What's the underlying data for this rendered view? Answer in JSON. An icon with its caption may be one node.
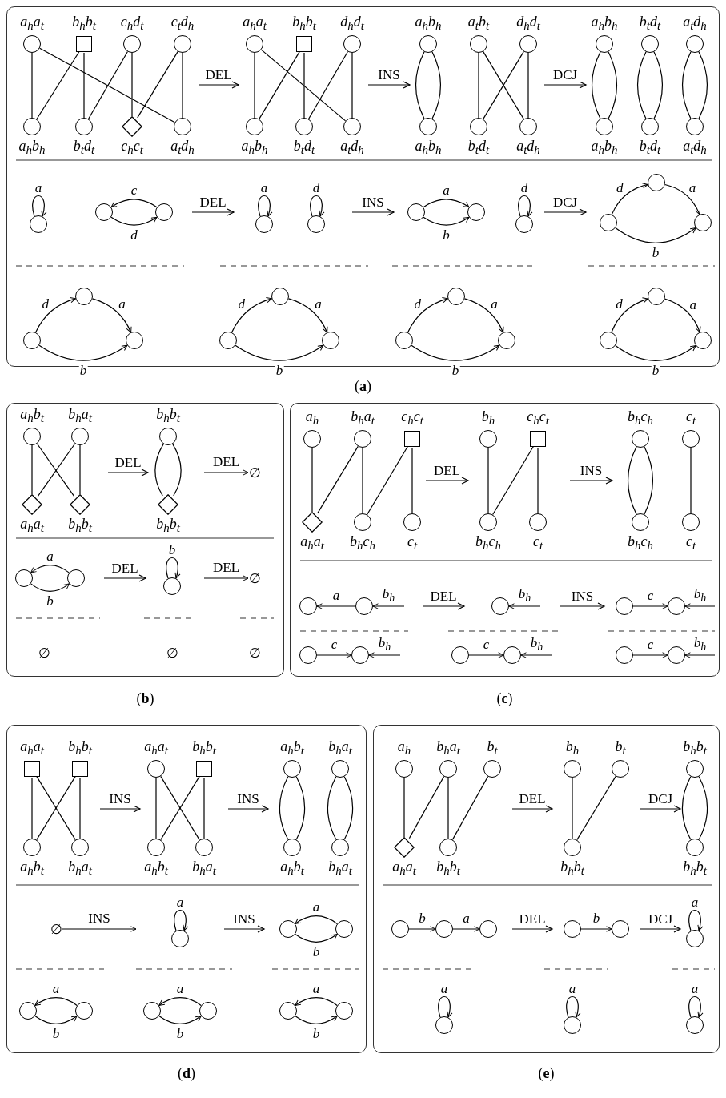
{
  "diagram": {
    "nodes": [
      {
        "text": [
          "(**a**)"
        ]
      },
      {
        "text": [],
        "shape": "circle",
        "in": 0,
        "beside": [
          "a$_{h}$a$_{t}$"
        ]
      },
      {
        "text": [],
        "shape": "box",
        "in": 0,
        "beside": [
          "b$_{h}$b$_{t}$"
        ]
      },
      {
        "text": [],
        "shape": "circle",
        "in": 0,
        "beside": [
          "c$_{h}$d$_{t}$"
        ]
      },
      {
        "text": [],
        "shape": "circle",
        "in": 0,
        "beside": [
          "c$_{t}$d$_{h}$"
        ]
      },
      {
        "text": [],
        "shape": "circle",
        "in": 0,
        "beside": [
          "a$_{h}$b$_{h}$"
        ]
      },
      {
        "text": [],
        "shape": "circle",
        "in": 0,
        "beside": [
          "b$_{t}$d$_{t}$"
        ]
      },
      {
        "text": [],
        "shape": "diamond",
        "in": 0,
        "beside": [
          "c$_{h}$c$_{t}$"
        ]
      },
      {
        "text": [],
        "shape": "circle",
        "in": 0,
        "beside": [
          "a$_{t}$d$_{h}$"
        ]
      },
      {
        "text": [],
        "shape": "circle",
        "in": 0,
        "beside": [
          "a$_{h}$a$_{t}$"
        ]
      },
      {
        "text": [],
        "shape": "box",
        "in": 0,
        "beside": [
          "b$_{h}$b$_{t}$"
        ]
      },
      {
        "text": [],
        "shape": "circle",
        "in": 0,
        "beside": [
          "d$_{h}$d$_{t}$"
        ]
      },
      {
        "text": [],
        "shape": "circle",
        "in": 0,
        "beside": [
          "a$_{h}$b$_{h}$"
        ]
      },
      {
        "text": [],
        "shape": "circle",
        "in": 0,
        "beside": [
          "b$_{t}$d$_{t}$"
        ]
      },
      {
        "text": [],
        "shape": "circle",
        "in": 0,
        "beside": [
          "a$_{t}$d$_{h}$"
        ]
      },
      {
        "text": [],
        "shape": "circle",
        "in": 0,
        "beside": [
          "a$_{h}$b$_{h}$"
        ]
      },
      {
        "text": [],
        "shape": "circle",
        "in": 0,
        "beside": [
          "a$_{t}$b$_{t}$"
        ]
      },
      {
        "text": [],
        "shape": "circle",
        "in": 0,
        "beside": [
          "d$_{h}$d$_{t}$"
        ]
      },
      {
        "text": [],
        "shape": "circle",
        "in": 0,
        "beside": [
          "a$_{h}$b$_{h}$"
        ]
      },
      {
        "text": [],
        "shape": "circle",
        "in": 0,
        "beside": [
          "b$_{t}$d$_{t}$"
        ]
      },
      {
        "text": [],
        "shape": "circle",
        "in": 0,
        "beside": [
          "a$_{t}$d$_{h}$"
        ]
      },
      {
        "text": [],
        "shape": "circle",
        "in": 0,
        "beside": [
          "a$_{h}$b$_{h}$"
        ]
      },
      {
        "text": [],
        "shape": "circle",
        "in": 0,
        "beside": [
          "b$_{t}$d$_{t}$"
        ]
      },
      {
        "text": [],
        "shape": "circle",
        "in": 0,
        "beside": [
          "a$_{t}$d$_{h}$"
        ]
      },
      {
        "text": [],
        "shape": "circle",
        "in": 0,
        "beside": [
          "a$_{h}$b$_{h}$"
        ]
      },
      {
        "text": [],
        "shape": "circle",
        "in": 0,
        "beside": [
          "b$_{t}$d$_{t}$"
        ]
      },
      {
        "text": [],
        "shape": "circle",
        "in": 0,
        "beside": [
          "a$_{t}$d$_{h}$"
        ]
      },
      {
        "text": [],
        "shape": "circle",
        "in": 0
      },
      {
        "text": [],
        "shape": "circle",
        "in": 0
      },
      {
        "text": [],
        "shape": "circle",
        "in": 0
      },
      {
        "text": [],
        "shape": "circle",
        "in": 0
      },
      {
        "text": [],
        "shape": "circle",
        "in": 0
      },
      {
        "text": [],
        "shape": "circle",
        "in": 0
      },
      {
        "text": [],
        "shape": "circle",
        "in": 0
      },
      {
        "text": [],
        "shape": "circle",
        "in": 0
      },
      {
        "text": [],
        "shape": "circle",
        "in": 0
      },
      {
        "text": [],
        "shape": "circle",
        "in": 0
      },
      {
        "text": [],
        "shape": "circle",
        "in": 0
      },
      {
        "text": [],
        "shape": "circle",
        "in": 0
      },
      {
        "text": [],
        "shape": "circle",
        "in": 0
      },
      {
        "text": [],
        "shape": "circle",
        "in": 0
      },
      {
        "text": [],
        "shape": "circle",
        "in": 0
      },
      {
        "text": [],
        "shape": "circle",
        "in": 0
      },
      {
        "text": [],
        "shape": "circle",
        "in": 0
      },
      {
        "text": [],
        "shape": "circle",
        "in": 0
      },
      {
        "text": [],
        "shape": "circle",
        "in": 0
      },
      {
        "text": [],
        "shape": "circle",
        "in": 0
      },
      {
        "text": [],
        "shape": "circle",
        "in": 0
      },
      {
        "text": [],
        "shape": "circle",
        "in": 0
      },
      {
        "text": [],
        "shape": "circle",
        "in": 0
      },
      {
        "text": [
          "(**b**)"
        ]
      },
      {
        "text": [],
        "shape": "circle",
        "in": 50,
        "beside": [
          "a$_{h}$b$_{t}$"
        ]
      },
      {
        "text": [],
        "shape": "circle",
        "in": 50,
        "beside": [
          "b$_{h}$a$_{t}$"
        ]
      },
      {
        "text": [],
        "shape": "diamond",
        "in": 50,
        "beside": [
          "a$_{h}$a$_{t}$"
        ]
      },
      {
        "text": [],
        "shape": "diamond",
        "in": 50,
        "beside": [
          "b$_{h}$b$_{t}$"
        ]
      },
      {
        "text": [],
        "shape": "circle",
        "in": 50,
        "beside": [
          "b$_{h}$b$_{t}$"
        ]
      },
      {
        "text": [],
        "shape": "diamond",
        "in": 50,
        "beside": [
          "b$_{h}$b$_{t}$"
        ]
      },
      {
        "text": [
          "∅"
        ],
        "in": 50
      },
      {
        "text": [],
        "shape": "circle",
        "in": 50
      },
      {
        "text": [],
        "shape": "circle",
        "in": 50
      },
      {
        "text": [],
        "shape": "circle",
        "in": 50
      },
      {
        "text": [
          "∅"
        ],
        "in": 50
      },
      {
        "text": [
          "(**c**)"
        ]
      },
      {
        "text": [],
        "shape": "circle",
        "in": 62,
        "beside": [
          "a$_{h}$"
        ]
      },
      {
        "text": [],
        "shape": "circle",
        "in": 62,
        "beside": [
          "b$_{h}$a$_{t}$"
        ]
      },
      {
        "text": [],
        "shape": "box",
        "in": 62,
        "beside": [
          "c$_{h}$c$_{t}$"
        ]
      },
      {
        "text": [],
        "shape": "diamond",
        "in": 62,
        "beside": [
          "a$_{h}$a$_{t}$"
        ]
      },
      {
        "text": [],
        "shape": "circle",
        "in": 62,
        "beside": [
          "b$_{h}$c$_{h}$"
        ]
      },
      {
        "text": [],
        "shape": "circle",
        "in": 62,
        "beside": [
          "c$_{t}$"
        ]
      },
      {
        "text": [],
        "shape": "circle",
        "in": 62,
        "beside": [
          "b$_{h}$"
        ]
      },
      {
        "text": [],
        "shape": "box",
        "in": 62,
        "beside": [
          "c$_{h}$c$_{t}$"
        ]
      },
      {
        "text": [],
        "shape": "circle",
        "in": 62,
        "beside": [
          "b$_{h}$c$_{h}$"
        ]
      },
      {
        "text": [],
        "shape": "circle",
        "in": 62,
        "beside": [
          "c$_{t}$"
        ]
      },
      {
        "text": [],
        "shape": "circle",
        "in": 62,
        "beside": [
          "b$_{h}$c$_{h}$"
        ]
      },
      {
        "text": [],
        "shape": "circle",
        "in": 62,
        "beside": [
          "c$_{t}$"
        ]
      },
      {
        "text": [],
        "shape": "circle",
        "in": 62,
        "beside": [
          "b$_{h}$c$_{h}$"
        ]
      },
      {
        "text": [],
        "shape": "circle",
        "in": 62,
        "beside": [
          "c$_{t}$"
        ]
      },
      {
        "text": [],
        "shape": "circle",
        "in": 62
      },
      {
        "text": [],
        "shape": "circle",
        "in": 62
      },
      {
        "text": [],
        "shape": "circle",
        "in": 62
      },
      {
        "text": [],
        "shape": "circle",
        "in": 62
      },
      {
        "text": [],
        "shape": "circle",
        "in": 62
      },
      {
        "text": [],
        "shape": "circle",
        "in": 62
      },
      {
        "text": [],
        "shape": "circle",
        "in": 62
      },
      {
        "text": [],
        "shape": "circle",
        "in": 62
      },
      {
        "text": [],
        "shape": "circle",
        "in": 62
      },
      {
        "text": [],
        "shape": "circle",
        "in": 62
      },
      {
        "text": [],
        "shape": "circle",
        "in": 62
      },
      {
        "text": [
          "(**d**)"
        ]
      },
      {
        "text": [],
        "shape": "box",
        "in": 88,
        "beside": [
          "a$_{h}$a$_{t}$"
        ]
      },
      {
        "text": [],
        "shape": "box",
        "in": 88,
        "beside": [
          "b$_{h}$b$_{t}$"
        ]
      },
      {
        "text": [],
        "shape": "circle",
        "in": 88,
        "beside": [
          "a$_{h}$b$_{t}$"
        ]
      },
      {
        "text": [],
        "shape": "circle",
        "in": 88,
        "beside": [
          "b$_{h}$a$_{t}$"
        ]
      },
      {
        "text": [],
        "shape": "circle",
        "in": 88,
        "beside": [
          "a$_{h}$a$_{t}$"
        ]
      },
      {
        "text": [],
        "shape": "box",
        "in": 88,
        "beside": [
          "b$_{h}$b$_{t}$"
        ]
      },
      {
        "text": [],
        "shape": "circle",
        "in": 88,
        "beside": [
          "a$_{h}$b$_{t}$"
        ]
      },
      {
        "text": [],
        "shape": "circle",
        "in": 88,
        "beside": [
          "b$_{h}$a$_{t}$"
        ]
      },
      {
        "text": [],
        "shape": "circle",
        "in": 88,
        "beside": [
          "a$_{h}$b$_{t}$"
        ]
      },
      {
        "text": [],
        "shape": "circle",
        "in": 88,
        "beside": [
          "b$_{h}$a$_{t}$"
        ]
      },
      {
        "text": [],
        "shape": "circle",
        "in": 88,
        "beside": [
          "a$_{h}$b$_{t}$"
        ]
      },
      {
        "text": [],
        "shape": "circle",
        "in": 88,
        "beside": [
          "b$_{h}$a$_{t}$"
        ]
      },
      {
        "text": [
          "∅"
        ],
        "in": 88
      },
      {
        "text": [],
        "shape": "circle",
        "in": 88
      },
      {
        "text": [],
        "shape": "circle",
        "in": 88
      },
      {
        "text": [],
        "shape": "circle",
        "in": 88
      },
      {
        "text": [],
        "shape": "circle",
        "in": 88
      },
      {
        "text": [],
        "shape": "circle",
        "in": 88
      },
      {
        "text": [],
        "shape": "circle",
        "in": 88
      },
      {
        "text": [],
        "shape": "circle",
        "in": 88
      },
      {
        "text": [],
        "shape": "circle",
        "in": 88
      },
      {
        "text": [],
        "shape": "circle",
        "in": 88
      },
      {
        "text": [
          "(**e**)"
        ]
      },
      {
        "text": [],
        "shape": "circle",
        "in": 111,
        "beside": [
          "a$_{h}$"
        ]
      },
      {
        "text": [],
        "shape": "circle",
        "in": 111,
        "beside": [
          "b$_{h}$a$_{t}$"
        ]
      },
      {
        "text": [],
        "shape": "circle",
        "in": 111,
        "beside": [
          "b$_{t}$"
        ]
      },
      {
        "text": [],
        "shape": "diamond",
        "in": 111,
        "beside": [
          "a$_{h}$a$_{t}$"
        ]
      },
      {
        "text": [],
        "shape": "circle",
        "in": 111,
        "beside": [
          "b$_{h}$b$_{t}$"
        ]
      },
      {
        "text": [],
        "shape": "circle",
        "in": 111,
        "beside": [
          "b$_{h}$"
        ]
      },
      {
        "text": [],
        "shape": "circle",
        "in": 111,
        "beside": [
          "b$_{t}$"
        ]
      },
      {
        "text": [],
        "shape": "circle",
        "in": 111,
        "beside": [
          "b$_{h}$b$_{t}$"
        ]
      },
      {
        "text": [],
        "shape": "circle",
        "in": 111,
        "beside": [
          "b$_{h}$b$_{t}$"
        ]
      },
      {
        "text": [],
        "shape": "circle",
        "in": 111,
        "beside": [
          "b$_{h}$b$_{t}$"
        ]
      },
      {
        "text": [],
        "shape": "circle",
        "in": 111
      },
      {
        "text": [],
        "shape": "circle",
        "in": 111
      },
      {
        "text": [],
        "shape": "circle",
        "in": 111
      },
      {
        "text": [],
        "shape": "circle",
        "in": 111
      },
      {
        "text": [],
        "shape": "circle",
        "in": 111
      },
      {
        "text": [],
        "shape": "circle",
        "in": 111
      },
      {
        "text": [],
        "shape": "circle",
        "in": 111
      },
      {
        "text": [],
        "shape": "circle",
        "in": 111
      },
      {
        "text": [],
        "shape": "circle",
        "in": 111
      }
    ],
    "edges": [
      {
        "from": 1,
        "to": 5,
        "arrow": "none"
      },
      {
        "from": 1,
        "to": 8,
        "arrow": "none"
      },
      {
        "from": 2,
        "to": 5,
        "arrow": "none"
      },
      {
        "from": 2,
        "to": 6,
        "arrow": "none"
      },
      {
        "from": 3,
        "to": 7,
        "arrow": "none"
      },
      {
        "from": 3,
        "to": 6,
        "arrow": "none"
      },
      {
        "from": 4,
        "to": 8,
        "arrow": "none"
      },
      {
        "from": 4,
        "to": 7,
        "arrow": "none"
      },
      {
        "from": 9,
        "to": 12,
        "arrow": "none"
      },
      {
        "from": 9,
        "to": 14,
        "arrow": "none"
      },
      {
        "from": 10,
        "to": 12,
        "arrow": "none"
      },
      {
        "from": 10,
        "to": 13,
        "arrow": "none"
      },
      {
        "from": 11,
        "to": 14,
        "arrow": "none"
      },
      {
        "from": 11,
        "to": 13,
        "arrow": "none"
      },
      {
        "from": 15,
        "to": 18,
        "arrow": "none"
      },
      {
        "from": 15,
        "to": 18,
        "arrow": "none"
      },
      {
        "from": 16,
        "to": 19,
        "arrow": "none"
      },
      {
        "from": 16,
        "to": 20,
        "arrow": "none"
      },
      {
        "from": 17,
        "to": 20,
        "arrow": "none"
      },
      {
        "from": 17,
        "to": 19,
        "arrow": "none"
      },
      {
        "from": 21,
        "to": 24,
        "arrow": "none"
      },
      {
        "from": 21,
        "to": 24,
        "arrow": "none"
      },
      {
        "from": 22,
        "to": 25,
        "arrow": "none"
      },
      {
        "from": 22,
        "to": 25,
        "arrow": "none"
      },
      {
        "from": 23,
        "to": 26,
        "arrow": "none"
      },
      {
        "from": 23,
        "to": 26,
        "arrow": "none"
      },
      {
        "from": 27,
        "to": 27,
        "arrow": "to",
        "label": "a"
      },
      {
        "from": 29,
        "to": 28,
        "arrow": "to",
        "label": "c"
      },
      {
        "from": 28,
        "to": 29,
        "arrow": "to",
        "label": "d"
      },
      {
        "from": 30,
        "to": 30,
        "arrow": "to",
        "label": "a"
      },
      {
        "from": 31,
        "to": 31,
        "arrow": "to",
        "label": "d"
      },
      {
        "from": 32,
        "to": 33,
        "arrow": "to",
        "label": "a"
      },
      {
        "from": 32,
        "to": 33,
        "arrow": "to",
        "label": "b"
      },
      {
        "from": 34,
        "to": 34,
        "arrow": "to",
        "label": "d"
      },
      {
        "from": 35,
        "to": 36,
        "arrow": "to",
        "label": "d"
      },
      {
        "from": 36,
        "to": 37,
        "arrow": "to",
        "label": "a"
      },
      {
        "from": 35,
        "to": 37,
        "arrow": "to",
        "label": "b"
      },
      {
        "from": 38,
        "to": 39,
        "arrow": "to",
        "label": "d"
      },
      {
        "from": 39,
        "to": 40,
        "arrow": "to",
        "label": "a"
      },
      {
        "from": 38,
        "to": 40,
        "arrow": "to",
        "label": "b"
      },
      {
        "from": 41,
        "to": 42,
        "arrow": "to",
        "label": "d"
      },
      {
        "from": 42,
        "to": 43,
        "arrow": "to",
        "label": "a"
      },
      {
        "from": 41,
        "to": 43,
        "arrow": "to",
        "label": "b"
      },
      {
        "from": 44,
        "to": 45,
        "arrow": "to",
        "label": "d"
      },
      {
        "from": 45,
        "to": 46,
        "arrow": "to",
        "label": "a"
      },
      {
        "from": 44,
        "to": 46,
        "arrow": "to",
        "label": "b"
      },
      {
        "from": 47,
        "to": 48,
        "arrow": "to",
        "label": "d"
      },
      {
        "from": 48,
        "to": 49,
        "arrow": "to",
        "label": "a"
      },
      {
        "from": 47,
        "to": 49,
        "arrow": "to",
        "label": "b"
      },
      {
        "from": 51,
        "to": 53,
        "arrow": "none"
      },
      {
        "from": 51,
        "to": 54,
        "arrow": "none"
      },
      {
        "from": 52,
        "to": 54,
        "arrow": "none"
      },
      {
        "from": 52,
        "to": 53,
        "arrow": "none"
      },
      {
        "from": 55,
        "to": 56,
        "arrow": "none"
      },
      {
        "from": 55,
        "to": 56,
        "arrow": "none"
      },
      {
        "from": null,
        "to": 57,
        "arrow": "to",
        "label": "DEL"
      },
      {
        "from": 59,
        "to": 58,
        "arrow": "to",
        "label": "a"
      },
      {
        "from": 58,
        "to": 59,
        "arrow": "to",
        "label": "b"
      },
      {
        "from": 60,
        "to": 60,
        "arrow": "to",
        "label": "b"
      },
      {
        "from": null,
        "to": 61,
        "arrow": "to",
        "label": "DEL"
      },
      {
        "from": 63,
        "to": 66,
        "arrow": "none"
      },
      {
        "from": 64,
        "to": 66,
        "arrow": "none"
      },
      {
        "from": 64,
        "to": 67,
        "arrow": "none"
      },
      {
        "from": 65,
        "to": 67,
        "arrow": "none"
      },
      {
        "from": 65,
        "to": 68,
        "arrow": "none"
      },
      {
        "from": 69,
        "to": 71,
        "arrow": "none"
      },
      {
        "from": 70,
        "to": 71,
        "arrow": "none"
      },
      {
        "from": 70,
        "to": 72,
        "arrow": "none"
      },
      {
        "from": 73,
        "to": 75,
        "arrow": "none"
      },
      {
        "from": 73,
        "to": 75,
        "arrow": "none"
      },
      {
        "from": 74,
        "to": 76,
        "arrow": "none"
      },
      {
        "from": 78,
        "to": 77,
        "arrow": "to",
        "label": "a"
      },
      {
        "from": null,
        "to": 78,
        "arrow": "to",
        "label": "b$_{h}$"
      },
      {
        "from": null,
        "to": 79,
        "arrow": "to",
        "label": "b$_{h}$"
      },
      {
        "from": 80,
        "to": 81,
        "arrow": "to",
        "label": "c"
      },
      {
        "from": null,
        "to": 81,
        "arrow": "to",
        "label": "b$_{h}$"
      },
      {
        "from": 82,
        "to": 83,
        "arrow": "to",
        "label": "c"
      },
      {
        "from": null,
        "to": 83,
        "arrow": "to",
        "label": "b$_{h}$"
      },
      {
        "from": 84,
        "to": 85,
        "arrow": "to",
        "label": "c"
      },
      {
        "from": null,
        "to": 85,
        "arrow": "to",
        "label": "b$_{h}$"
      },
      {
        "from": 86,
        "to": 87,
        "arrow": "to",
        "label": "c"
      },
      {
        "from": null,
        "to": 87,
        "arrow": "to",
        "label": "b$_{h}$"
      },
      {
        "from": 89,
        "to": 91,
        "arrow": "none"
      },
      {
        "from": 89,
        "to": 92,
        "arrow": "none"
      },
      {
        "from": 90,
        "to": 92,
        "arrow": "none"
      },
      {
        "from": 90,
        "to": 91,
        "arrow": "none"
      },
      {
        "from": 93,
        "to": 95,
        "arrow": "none"
      },
      {
        "from": 93,
        "to": 96,
        "arrow": "none"
      },
      {
        "from": 94,
        "to": 96,
        "arrow": "none"
      },
      {
        "from": 94,
        "to": 95,
        "arrow": "none"
      },
      {
        "from": 97,
        "to": 99,
        "arrow": "none"
      },
      {
        "from": 97,
        "to": 99,
        "arrow": "none"
      },
      {
        "from": 98,
        "to": 100,
        "arrow": "none"
      },
      {
        "from": 98,
        "to": 100,
        "arrow": "none"
      },
      {
        "from": 101,
        "to": null,
        "arrow": "to",
        "label": "INS"
      },
      {
        "from": 102,
        "to": 102,
        "arrow": "to",
        "label": "a"
      },
      {
        "from": 104,
        "to": 103,
        "arrow": "to",
        "label": "a"
      },
      {
        "from": 103,
        "to": 104,
        "arrow": "to",
        "label": "b"
      },
      {
        "from": 106,
        "to": 105,
        "arrow": "to",
        "label": "a"
      },
      {
        "from": 105,
        "to": 106,
        "arrow": "to",
        "label": "b"
      },
      {
        "from": 108,
        "to": 107,
        "arrow": "to",
        "label": "a"
      },
      {
        "from": 107,
        "to": 108,
        "arrow": "to",
        "label": "b"
      },
      {
        "from": 110,
        "to": 109,
        "arrow": "to",
        "label": "a"
      },
      {
        "from": 109,
        "to": 110,
        "arrow": "to",
        "label": "b"
      },
      {
        "from": 112,
        "to": 115,
        "arrow": "none"
      },
      {
        "from": 113,
        "to": 115,
        "arrow": "none"
      },
      {
        "from": 113,
        "to": 116,
        "arrow": "none"
      },
      {
        "from": 114,
        "to": 116,
        "arrow": "none"
      },
      {
        "from": 117,
        "to": 119,
        "arrow": "none"
      },
      {
        "from": 118,
        "to": 119,
        "arrow": "none"
      },
      {
        "from": 120,
        "to": 121,
        "arrow": "none"
      },
      {
        "from": 120,
        "to": 121,
        "arrow": "none"
      },
      {
        "from": 122,
        "to": 123,
        "arrow": "to",
        "label": "b"
      },
      {
        "from": 123,
        "to": 124,
        "arrow": "to",
        "label": "a"
      },
      {
        "from": 125,
        "to": 126,
        "arrow": "to",
        "label": "b"
      },
      {
        "from": 127,
        "to": 127,
        "arrow": "to",
        "label": "a"
      },
      {
        "from": 128,
        "to": 128,
        "arrow": "to",
        "label": "a"
      },
      {
        "from": 129,
        "to": 129,
        "arrow": "to",
        "label": "a"
      },
      {
        "from": 130,
        "to": 130,
        "arrow": "to",
        "label": "a"
      }
    ],
    "labels": [
      "DEL",
      "INS",
      "DCJ",
      "DEL",
      "INS",
      "DCJ",
      "DEL",
      "DEL",
      "∅",
      "∅",
      "∅",
      "DEL",
      "INS",
      "DEL",
      "INS",
      "INS",
      "INS",
      "INS",
      "DEL",
      "DCJ",
      "DEL",
      "DCJ"
    ]
  }
}
